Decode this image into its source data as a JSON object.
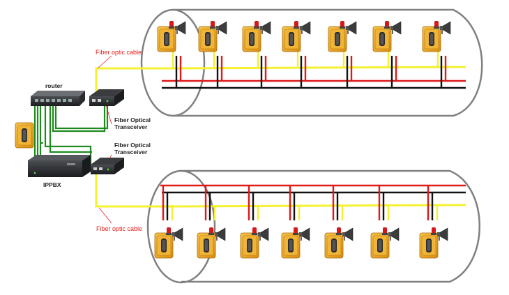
{
  "labels": {
    "fiber_cable_top": "Fiber optic cable",
    "fiber_cable_bottom": "Fiber optic cable",
    "router": "router",
    "transceiver_top_line1": "Fiber Optical",
    "transceiver_top_line2": "Transceiver",
    "transceiver_bottom_line1": "Fiber Optical",
    "transceiver_bottom_line2": "Transceiver",
    "ippbx": "IPPBX"
  },
  "colors": {
    "fiber": "#f5f030",
    "power": "#e01818",
    "data": "#111111",
    "ethernet": "#1f8a1f",
    "tunnel": "#808080",
    "phone_body": "#e8a521",
    "label_red": "#e0201c"
  },
  "icons": {
    "phone": "emergency-phone-icon",
    "horn": "horn-speaker-icon",
    "beacon": "beacon-light-icon",
    "router": "router-icon",
    "transceiver": "fiber-transceiver-icon",
    "ippbx": "ippbx-server-icon"
  },
  "tunnel_top": {
    "station_count": 7
  },
  "tunnel_bottom": {
    "station_count": 7
  }
}
